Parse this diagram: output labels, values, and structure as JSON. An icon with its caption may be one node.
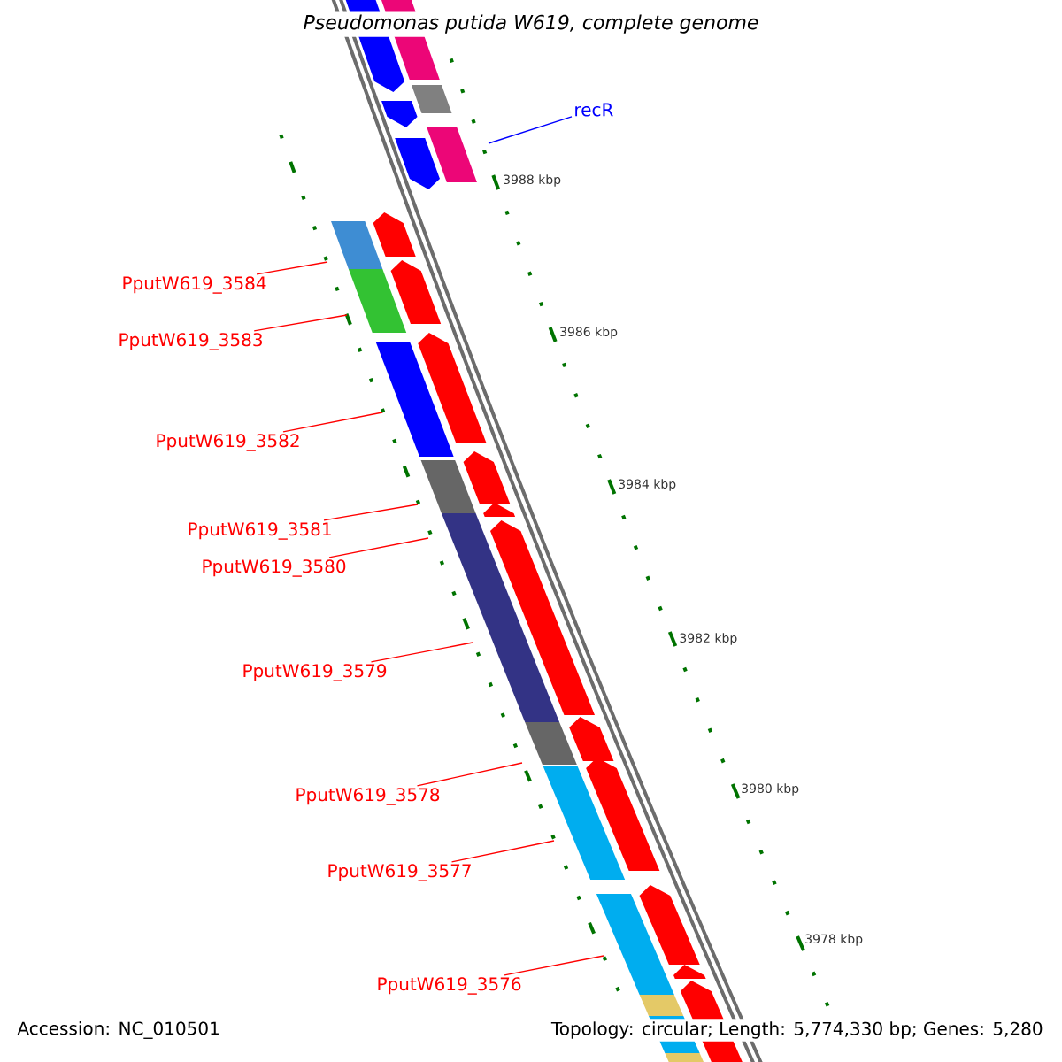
{
  "diagram": {
    "title": "Pseudomonas putida W619, complete genome",
    "nodes": [
      {
        "text": [
          "recR"
        ]
      },
      {
        "text": [
          "PputW619_3584"
        ]
      },
      {
        "text": [
          "PputW619_3583"
        ]
      },
      {
        "text": [
          "PputW619_3582"
        ]
      },
      {
        "text": [
          "PputW619_3581"
        ]
      },
      {
        "text": [
          "PputW619_3580"
        ]
      },
      {
        "text": [
          "PputW619_3579"
        ]
      },
      {
        "text": [
          "PputW619_3578"
        ]
      },
      {
        "text": [
          "PputW619_3577"
        ]
      },
      {
        "text": [
          "PputW619_3576"
        ]
      }
    ],
    "edges": [
      {
        "from": 0,
        "to": null,
        "arrow": "none",
        "color": "#0000ff"
      },
      {
        "from": 1,
        "to": null,
        "arrow": "none"
      },
      {
        "from": 2,
        "to": null,
        "arrow": "none"
      },
      {
        "from": 3,
        "to": null,
        "arrow": "none"
      },
      {
        "from": 4,
        "to": null,
        "arrow": "none"
      },
      {
        "from": 5,
        "to": null,
        "arrow": "none"
      },
      {
        "from": 6,
        "to": null,
        "arrow": "none"
      },
      {
        "from": 7,
        "to": null,
        "arrow": "none"
      },
      {
        "from": 8,
        "to": null,
        "arrow": "none"
      },
      {
        "from": 9,
        "to": null,
        "arrow": "none"
      }
    ],
    "labels": [
      "3988 kbp",
      "3986 kbp",
      "3984 kbp",
      "3982 kbp",
      "3980 kbp",
      "3978 kbp",
      "Accession: NC_010501",
      "Topology: circular; Length: 5,774,330 bp; Genes: 5,280"
    ]
  }
}
